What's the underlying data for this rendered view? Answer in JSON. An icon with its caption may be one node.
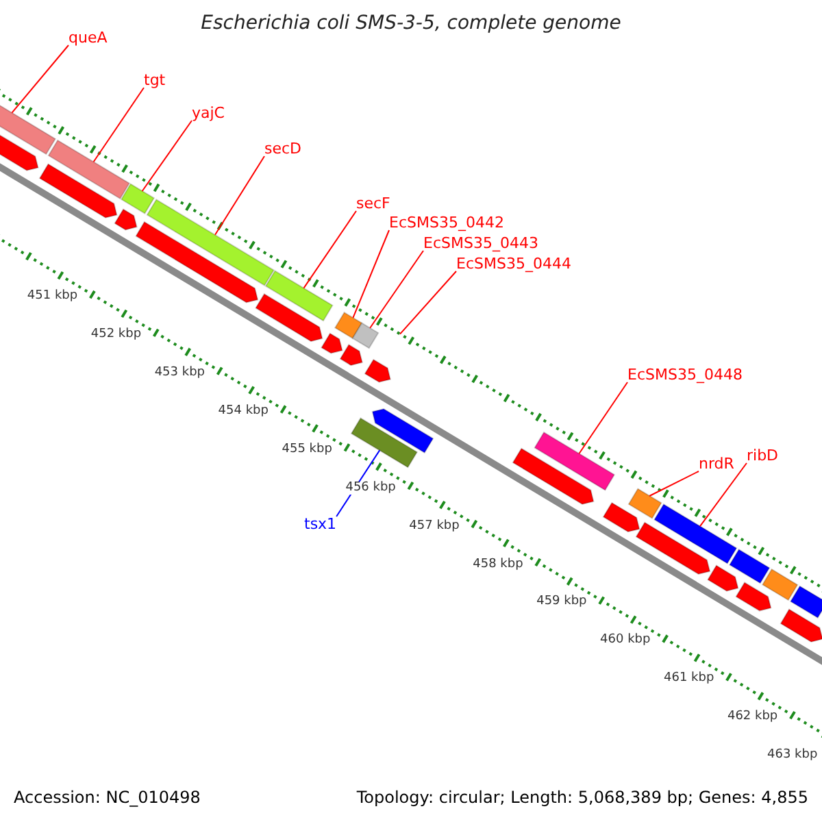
{
  "diagram": {
    "title": "Escherichia coli SMS-3-5, complete genome",
    "nodes": [
      {
        "text": [
          "queA"
        ]
      },
      {
        "text": [
          "tgt"
        ]
      },
      {
        "text": [
          "yajC"
        ]
      },
      {
        "text": [
          "secD"
        ]
      },
      {
        "text": [
          "secF"
        ]
      },
      {
        "text": [
          "EcSMS35_0442"
        ]
      },
      {
        "text": [
          "EcSMS35_0443"
        ]
      },
      {
        "text": [
          "EcSMS35_0444"
        ]
      },
      {
        "text": [
          "EcSMS35_0448"
        ]
      },
      {
        "text": [
          "nrdR"
        ]
      },
      {
        "text": [
          "ribD"
        ]
      },
      {
        "text": [
          "tsx1"
        ]
      },
      {
        "text": [],
        "shape": "bar"
      },
      {
        "text": [],
        "shape": "bar"
      },
      {
        "text": [],
        "shape": "bar"
      },
      {
        "text": [],
        "shape": "bar"
      },
      {
        "text": [],
        "shape": "bar"
      },
      {
        "text": [],
        "shape": "bar"
      },
      {
        "text": [],
        "shape": "bar"
      },
      {
        "text": [],
        "shape": "bar"
      },
      {
        "text": [],
        "shape": "bar"
      },
      {
        "text": [],
        "shape": "bar"
      },
      {
        "text": [],
        "shape": "bar"
      },
      {
        "text": [],
        "shape": "bar"
      },
      {
        "text": [],
        "shape": "bar"
      },
      {
        "text": [],
        "shape": "arrow"
      },
      {
        "text": [],
        "shape": "arrow"
      },
      {
        "text": [],
        "shape": "arrow"
      },
      {
        "text": [],
        "shape": "arrow"
      },
      {
        "text": [],
        "shape": "arrow"
      },
      {
        "text": [],
        "shape": "arrow"
      },
      {
        "text": [],
        "shape": "arrow"
      },
      {
        "text": [],
        "shape": "arrow"
      },
      {
        "text": [],
        "shape": "arrow"
      },
      {
        "text": [],
        "shape": "arrow"
      },
      {
        "text": [],
        "shape": "arrow"
      },
      {
        "text": [],
        "shape": "arrow"
      },
      {
        "text": [],
        "shape": "arrow"
      },
      {
        "text": [],
        "shape": "arrow"
      },
      {
        "text": [],
        "shape": "arrow"
      },
      {
        "text": [],
        "shape": "bar"
      }
    ],
    "edges": [
      {
        "from": 0,
        "to": 12,
        "arrow": "none"
      },
      {
        "from": 1,
        "to": 13,
        "arrow": "none"
      },
      {
        "from": 2,
        "to": 14,
        "arrow": "none"
      },
      {
        "from": 3,
        "to": 15,
        "arrow": "none"
      },
      {
        "from": 4,
        "to": 16,
        "arrow": "none"
      },
      {
        "from": 5,
        "to": 17,
        "arrow": "none"
      },
      {
        "from": 6,
        "to": 18,
        "arrow": "none"
      },
      {
        "from": 7,
        "to": null,
        "arrow": "none"
      },
      {
        "from": 8,
        "to": 19,
        "arrow": "none"
      },
      {
        "from": 9,
        "to": 20,
        "arrow": "none"
      },
      {
        "from": 10,
        "to": 21,
        "arrow": "none"
      },
      {
        "from": 11,
        "to": 40,
        "arrow": "none",
        "color": "#0000ff"
      }
    ],
    "labels": [
      "451 kbp",
      "452 kbp",
      "453 kbp",
      "454 kbp",
      "455 kbp",
      "456 kbp",
      "457 kbp",
      "458 kbp",
      "459 kbp",
      "460 kbp",
      "461 kbp",
      "462 kbp",
      "463 kbp",
      "Accession: NC_010498",
      "Topology: circular; Length: 5,068,389 bp; Genes: 4,855"
    ]
  }
}
